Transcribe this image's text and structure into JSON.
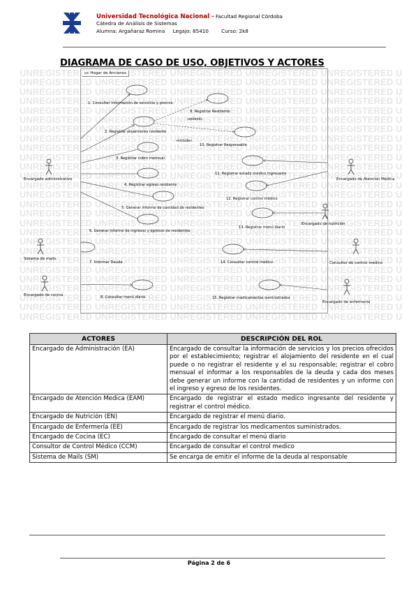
{
  "header": {
    "university": "Universidad Tecnológica Nacional -",
    "faculty": "Facultad Regional Córdoba",
    "cathedra": "Cátedra de Análisis de Sistemas",
    "student_line": "Alumna: Argañaraz Romina     Legajo: 85410        Curso: 2k8"
  },
  "title": "DIAGRAMA DE CASO DE USO, OBJETIVOS Y ACTORES",
  "watermark_word": "UNREGISTERED",
  "diagram": {
    "frame_label": "uc Hogar de Ancianos",
    "actors": {
      "admin": "Encargado administrativo",
      "mail": "Sistema de mails",
      "cocina": "Encargado de cocina",
      "atencion": "Encargado de Atención Médica",
      "nutricion": "Encargado de nutrición",
      "control": "Consultor de control médico",
      "enfermeria": "Encargado de enfermería"
    },
    "use_cases": {
      "uc1": "1. Consultar información de servicios y precios",
      "uc2": "2. Registrar alojamiento residente",
      "uc3": "3. Registrar cobro mensual",
      "uc4": "4. Registrar egreso residente",
      "uc5": "5. Generar informe de cantidad de residentes",
      "uc6": "6. Generar informe de ingresos y egresos de residentes",
      "uc7": "7. Informar Deuda",
      "uc8": "8. Consultar menú diario",
      "uc9": "9. Registrar Residente",
      "uc10": "10. Registrar Responsable",
      "uc11": "11. Registrar estado médico ingresante",
      "uc12": "12. Registrar control médico",
      "uc13": "13. Registrar menú diario",
      "uc14": "14. Consultar control médico",
      "uc15": "15. Registrar medicamentos suministrados"
    },
    "relations": {
      "extend": "«extend»",
      "include": "«include»"
    }
  },
  "table": {
    "headers": [
      "ACTORES",
      "DESCRIPCIÓN DEL ROL"
    ],
    "rows": [
      {
        "actor": "Encargado de Administración (EA)",
        "desc": "Encargado de consultar la información de servicios y los precios ofrecidos por el establecimiento; registrar el alojamiento del residente en el cual puede o no registrar el residente y el su responsable; registrar el cobro mensual el informar a los responsables de la deuda y cada dos meses debe generar un informe con la cantidad de residentes y un informe con el ingreso y egreso de los residentes."
      },
      {
        "actor": "Encargado de Atención Medica (EAM)",
        "desc": "Encargado de registrar el estado medico ingresante del residente y registrar el control médico."
      },
      {
        "actor": "Encargado de Nutrición (EN)",
        "desc": "Encargado de registrar el menú diario."
      },
      {
        "actor": "Encargado de Enfermería (EE)",
        "desc": "Encargado de registrar los medicamentos suministrados."
      },
      {
        "actor": "Encargado de Cocina (EC)",
        "desc": "Encargado de consultar el menú diario"
      },
      {
        "actor": "Consultor de Control Médico (CCM)",
        "desc": "Encargado de consultar el control medico"
      },
      {
        "actor": "Sistema de Mails (SM)",
        "desc": "Se encarga de emitir el informe de la deuda al responsable"
      }
    ]
  },
  "footer": {
    "page": "Página 2 de 6"
  }
}
